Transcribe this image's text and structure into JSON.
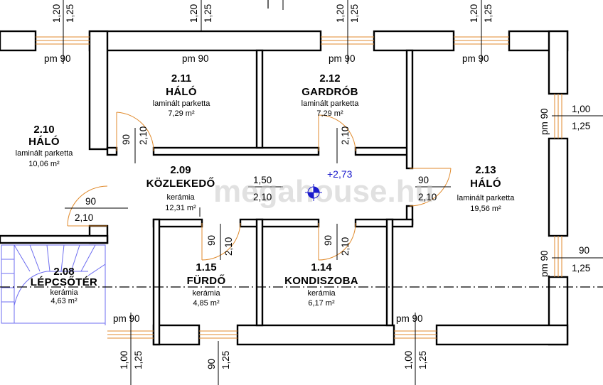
{
  "rooms": {
    "r210": {
      "id": "2.10",
      "name": "HÁLÓ",
      "floor": "laminált parketta",
      "area": "10,06 m²"
    },
    "r211": {
      "id": "2.11",
      "name": "HÁLÓ",
      "floor": "laminált parketta",
      "area": "7,29 m²"
    },
    "r212": {
      "id": "2.12",
      "name": "GARDRÓB",
      "floor": "laminált parketta",
      "area": "7,29 m²"
    },
    "r209": {
      "id": "2.09",
      "name": "KÖZLEKEDŐ",
      "floor": "kerámia",
      "area": "12,31 m²"
    },
    "r213": {
      "id": "2.13",
      "name": "HÁLÓ",
      "floor": "laminált parketta",
      "area": "19,56 m²"
    },
    "r208": {
      "id": "2.08",
      "name": "LÉPCSŐTÉR",
      "floor": "kerámia",
      "area": "4,63 m²"
    },
    "r115": {
      "id": "1.15",
      "name": "FÜRDŐ",
      "floor": "kerámia",
      "area": "4,85 m²"
    },
    "r114": {
      "id": "1.14",
      "name": "KONDISZOBA",
      "floor": "kerámia",
      "area": "6,17 m²"
    }
  },
  "level_mark": "+2,73",
  "watermark": "megahouse.hu",
  "dims": {
    "w_1_20": "1,20",
    "w_1_25": "1,25",
    "w_1_00": "1,00",
    "w_90": "90",
    "pm_90": "pm 90",
    "d_90": "90",
    "d_2_10": "2,10",
    "o_1_50": "1,50"
  }
}
